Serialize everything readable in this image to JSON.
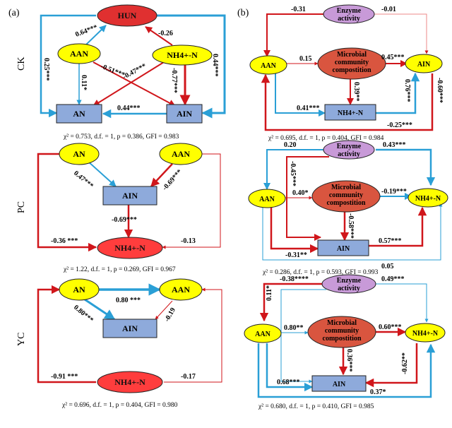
{
  "panels": {
    "a": "(a)",
    "b": "(b)"
  },
  "rows": {
    "ck": "CK",
    "pc": "PC",
    "yc": "YC"
  },
  "colors": {
    "positive": "#d0161b",
    "negative": "#2a9fd6",
    "hiun_fill": "#e03030",
    "yellow_fill": "#ffff00",
    "blue_fill": "#8eaadb",
    "red_fill": "#ff3d3d",
    "enzyme_fill": "#c89ad8",
    "microbial_fill": "#d9553f",
    "outline": "#222222"
  },
  "a_ck": {
    "nodes": {
      "hiun": "HUN",
      "aan": "AAN",
      "nh4": "NH4+-N",
      "an": "AN",
      "ain": "AIN"
    },
    "coefs": {
      "aan_hiun": "0.64***",
      "hiun_nh4": "-0.26",
      "left": "0.25***",
      "right": "0.44***",
      "aan_an": "0.11*",
      "cross1": "-0.51***",
      "cross2": "-0.47***",
      "nh4_ain": "-0.77***",
      "ain_an": "0.44***"
    },
    "stat": "χ² = 0.753, d.f. = 1, p = 0.386, GFI = 0.983"
  },
  "a_pc": {
    "nodes": {
      "an": "AN",
      "aan": "AAN",
      "ain": "AIN",
      "nh4": "NH4+-N"
    },
    "coefs": {
      "an_ain": "0.47***",
      "aan_ain": "-0.69***",
      "ain_nh4": "-0.69***",
      "an_nh4": "-0.36 ***",
      "aan_nh4": "-0.13"
    },
    "stat": "χ² = 1.22, d.f. = 1, p = 0.269, GFI = 0.967"
  },
  "a_yc": {
    "nodes": {
      "an": "AN",
      "aan": "AAN",
      "ain": "AIN",
      "nh4": "NH4+-N"
    },
    "coefs": {
      "an_aan": "0.80 ***",
      "an_ain": "0.80***",
      "aan_ain": "-0.19",
      "nh4_an": "-0.91 ***",
      "nh4_aan": "-0.17"
    },
    "stat": "χ² = 0.696, d.f. = 1, p = 0.404, GFI = 0.980"
  },
  "b_ck": {
    "nodes": {
      "enzyme1": "Enzyme",
      "enzyme2": "activity",
      "aan": "AAN",
      "mic1": "Microbial",
      "mic2": "community",
      "mic3": "compostition",
      "ain": "AIN",
      "nh4": "NH4+-N"
    },
    "coefs": {
      "top_left": "-0.31",
      "top_right": "-0.01",
      "aan_mic": "0.15",
      "mic_ain": "0.45***",
      "mic_nh4": "0.39**",
      "nh4_ain": "0.76***",
      "ain_down": "-0.60***",
      "aan_nh4": "0.41***",
      "bottom": "-0.25***"
    },
    "stat": "χ² = 0.695, d.f. = 1, p = 0.404, GFI = 0.984"
  },
  "b_pc": {
    "nodes": {
      "enzyme1": "Enzyme",
      "enzyme2": "activity",
      "aan": "AAN",
      "mic1": "Microbial",
      "mic2": "community",
      "mic3": "compostition",
      "ain": "AIN",
      "nh4": "NH4+-N"
    },
    "coefs": {
      "top_left": "0.20",
      "top_right": "0.43***",
      "enz_ain": "-0.45***",
      "aan_mic": "0.40*",
      "mic_nh4": "-0.19***",
      "mic_ain": "-0.58***",
      "aan_ain": "-0.31**",
      "ain_nh4": "0.57***",
      "bottom": "0.05"
    },
    "stat": "χ² = 0.286,  d.f. = 1,  p = 0.593,  GFI = 0.993"
  },
  "b_yc": {
    "nodes": {
      "enzyme1": "Enzyme",
      "enzyme2": "activity",
      "aan": "AAN",
      "mic1": "Microbial",
      "mic2": "community",
      "mic3": "compostition",
      "ain": "AIN",
      "nh4": "NH4+-N"
    },
    "coefs": {
      "top_left": "-0.38****",
      "top_right": "0.49***",
      "left": "0.11*",
      "aan_mic": "0.80**",
      "mic_nh4": "0.60***",
      "mic_ain": "0.36***",
      "nh4_ain": "-0.62**",
      "aan_ain": "0.68***",
      "bottom": "0.37*"
    },
    "stat": "χ² = 0.680, d.f. = 1, p = 0.410, GFI = 0.985"
  }
}
